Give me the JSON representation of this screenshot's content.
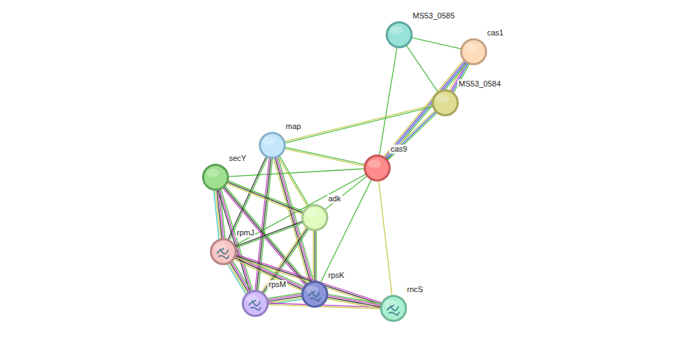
{
  "diagram": {
    "nodes": [
      {
        "text": [
          "MS53_0585"
        ]
      },
      {
        "text": [
          "cas1"
        ]
      },
      {
        "text": [
          "MS53_0584"
        ]
      },
      {
        "text": [
          "map"
        ]
      },
      {
        "text": [
          "cas9"
        ]
      },
      {
        "text": [
          "secY"
        ]
      },
      {
        "text": [
          "adk"
        ]
      },
      {
        "text": [
          "rpmJ"
        ]
      },
      {
        "text": [
          "rpsM"
        ]
      },
      {
        "text": [
          "rpsK"
        ]
      },
      {
        "text": [
          "rncS"
        ]
      }
    ],
    "edges": [
      {
        "from": 0,
        "to": 1,
        "arrow": "none"
      },
      {
        "from": 0,
        "to": 2,
        "arrow": "none"
      },
      {
        "from": 0,
        "to": 4,
        "arrow": "none"
      },
      {
        "from": 1,
        "to": 2,
        "arrow": "none"
      },
      {
        "from": 1,
        "to": 4,
        "arrow": "none"
      },
      {
        "from": 2,
        "to": 4,
        "arrow": "none"
      },
      {
        "from": 2,
        "to": 3,
        "arrow": "none"
      },
      {
        "from": 3,
        "to": 4,
        "arrow": "none"
      },
      {
        "from": 5,
        "to": 4,
        "arrow": "none"
      },
      {
        "from": 4,
        "to": 6,
        "arrow": "none"
      },
      {
        "from": 4,
        "to": 7,
        "arrow": "none"
      },
      {
        "from": 4,
        "to": 9,
        "arrow": "none"
      },
      {
        "from": 4,
        "to": 10,
        "arrow": "none"
      },
      {
        "from": 3,
        "to": 6,
        "arrow": "none"
      },
      {
        "from": 3,
        "to": 7,
        "arrow": "none"
      },
      {
        "from": 3,
        "to": 8,
        "arrow": "none"
      },
      {
        "from": 3,
        "to": 9,
        "arrow": "none"
      },
      {
        "from": 5,
        "to": 6,
        "arrow": "none"
      },
      {
        "from": 5,
        "to": 7,
        "arrow": "none"
      },
      {
        "from": 5,
        "to": 8,
        "arrow": "none"
      },
      {
        "from": 5,
        "to": 9,
        "arrow": "none"
      },
      {
        "from": 6,
        "to": 7,
        "arrow": "none"
      },
      {
        "from": 6,
        "to": 8,
        "arrow": "none"
      },
      {
        "from": 6,
        "to": 9,
        "arrow": "none"
      },
      {
        "from": 7,
        "to": 8,
        "arrow": "none"
      },
      {
        "from": 7,
        "to": 9,
        "arrow": "none"
      },
      {
        "from": 7,
        "to": 10,
        "arrow": "none"
      },
      {
        "from": 8,
        "to": 9,
        "arrow": "none"
      },
      {
        "from": 8,
        "to": 10,
        "arrow": "none"
      },
      {
        "from": 9,
        "to": 10,
        "arrow": "none"
      }
    ]
  }
}
